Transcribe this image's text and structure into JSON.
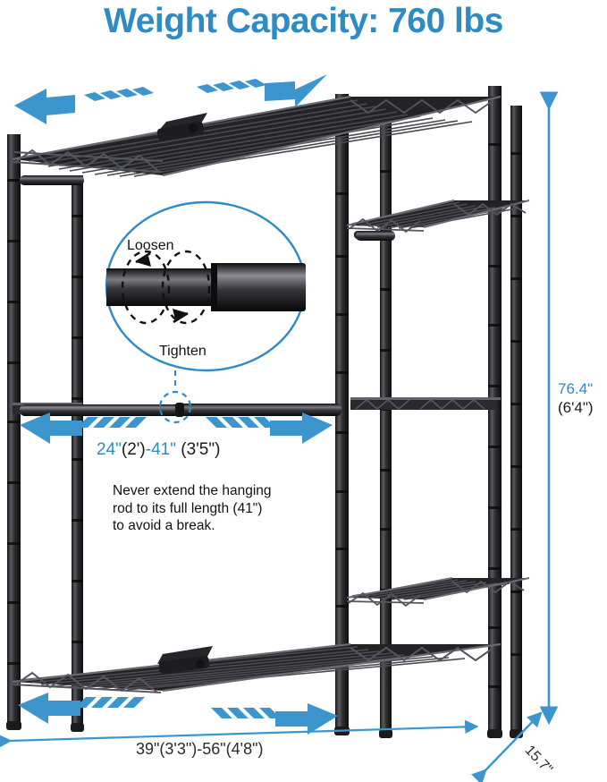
{
  "header": {
    "title": "Weight Capacity: 760 lbs",
    "title_color": "#2E8BC4"
  },
  "product": {
    "type": "wire-garment-rack",
    "frame_color": "#2a2a2c",
    "description": "Expandable metal wire closet garment rack with adjustable shelves and telescoping hanging rods"
  },
  "callout": {
    "label": "rod-adjustment-detail",
    "loosen_label": "Loosen",
    "tighten_label": "Tighten",
    "circle_color": "#2E8BC4"
  },
  "dimensions": {
    "height": {
      "primary": "76.4\"",
      "secondary": "(6'4\")",
      "primary_color": "#2E8BC4",
      "secondary_color": "#333333"
    },
    "width": {
      "label": "39\"(3'3\")-56\"(4'8\")"
    },
    "depth": {
      "label": "15.7\""
    },
    "rod": {
      "min_in": "24\"",
      "min_ft": "(2')",
      "max_in": "-41\"",
      "max_ft": "(3'5\")"
    }
  },
  "warning": {
    "line1": "Never extend the hanging",
    "line2": "rod to its full length (41\")",
    "line3": "to avoid a break."
  },
  "arrows": {
    "color": "#3D95CE",
    "top_left": "expand-left-arrow",
    "top_right": "expand-right-arrow",
    "mid_left": "rod-expand-left-arrow",
    "mid_right": "rod-expand-right-arrow",
    "bottom_left": "base-expand-left-arrow",
    "bottom_right": "base-expand-right-arrow",
    "height_arrow": "height-dimension-arrow",
    "width_arrow": "width-dimension-arrow",
    "depth_arrow": "depth-dimension-arrow"
  }
}
